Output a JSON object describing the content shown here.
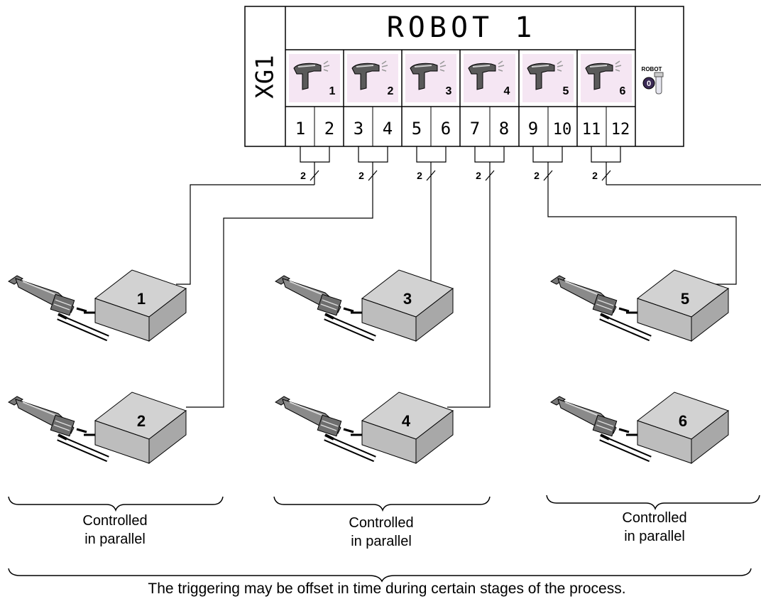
{
  "panel": {
    "controller_label": "XG1",
    "robot_title": "ROBOT 1",
    "guns": [
      "1",
      "2",
      "3",
      "4",
      "5",
      "6"
    ],
    "robot_badge_label": "ROBOT",
    "robot_badge_number": "0",
    "terminals": [
      "1",
      "2",
      "3",
      "4",
      "5",
      "6",
      "7",
      "8",
      "9",
      "10",
      "11",
      "12"
    ]
  },
  "wiring": {
    "wire_count_labels": [
      "2",
      "2",
      "2",
      "2",
      "2",
      "2"
    ]
  },
  "units": [
    {
      "id": "unit-1",
      "label": "1"
    },
    {
      "id": "unit-2",
      "label": "2"
    },
    {
      "id": "unit-3",
      "label": "3"
    },
    {
      "id": "unit-4",
      "label": "4"
    },
    {
      "id": "unit-5",
      "label": "5"
    },
    {
      "id": "unit-6",
      "label": "6"
    }
  ],
  "groups": [
    {
      "line1": "Controlled",
      "line2": "in parallel"
    },
    {
      "line1": "Controlled",
      "line2": "in parallel"
    },
    {
      "line1": "Controlled",
      "line2": "in parallel"
    }
  ],
  "footer": {
    "note": "The triggering may be offset in time during certain stages of the process."
  },
  "colors": {
    "line": "#000000",
    "box_top": "#d2d2d2",
    "box_side": "#a8a8a8",
    "box_front": "#bdbdbd",
    "gun_cell_bg": "#f0d8ee"
  }
}
